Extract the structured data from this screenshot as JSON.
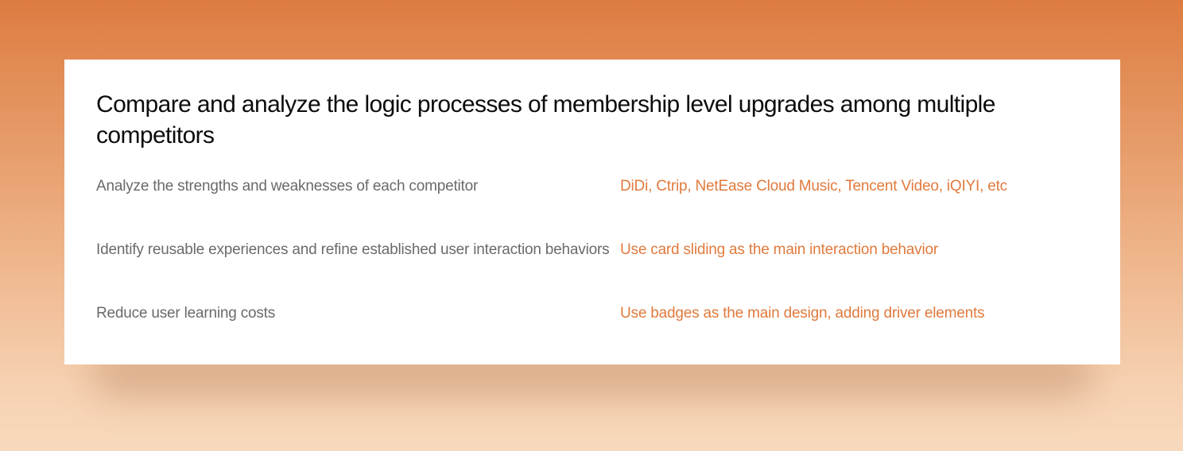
{
  "card": {
    "title": "Compare and analyze the logic processes of membership level upgrades among multiple competitors",
    "rows": [
      {
        "label": "Analyze the strengths and weaknesses of each competitor",
        "value": "DiDi, Ctrip, NetEase Cloud Music, Tencent Video, iQIYI, etc"
      },
      {
        "label": "Identify reusable experiences and refine established user interaction behaviors",
        "value": "Use card sliding as the main interaction behavior"
      },
      {
        "label": "Reduce user learning costs",
        "value": "Use badges as the main design, adding driver elements"
      }
    ]
  },
  "colors": {
    "background_top": "#dd7c41",
    "background_bottom": "#f8d9bd",
    "accent_text": "#e07a3d",
    "muted_text": "#6a6a6a",
    "title_text": "#0c0c0c"
  }
}
